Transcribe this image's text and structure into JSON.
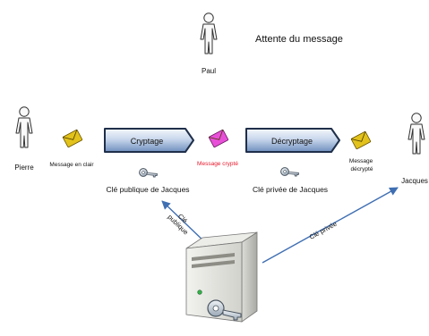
{
  "title": "Attente du message",
  "actors": {
    "paul": "Paul",
    "pierre": "Pierre",
    "jacques": "Jacques"
  },
  "process": {
    "encrypt": "Cryptage",
    "decrypt": "Décryptage"
  },
  "messages": {
    "plain": "Message en clair",
    "encrypted": "Message crypté",
    "decrypted_line1": "Message",
    "decrypted_line2": "décrypté"
  },
  "keys": {
    "public_key": "Clé publique de Jacques",
    "private_key": "Clé privée de Jacques"
  },
  "arrows": {
    "public_line1": "Clé",
    "public_line2": "publique",
    "private": "Clé privée"
  },
  "colors": {
    "arrow": "#3f6fb3",
    "process_top": "#eef3fb",
    "process_bottom": "#7d9bc6",
    "process_stroke": "#1f2f4a",
    "envelope_plain": "#e2c21b",
    "envelope_encrypted": "#e84fd8",
    "encrypted_text": "#e8192c"
  },
  "icons": {
    "actor": "stick-figure-icon",
    "envelope": "envelope-icon",
    "key": "key-icon",
    "server": "server-icon"
  }
}
